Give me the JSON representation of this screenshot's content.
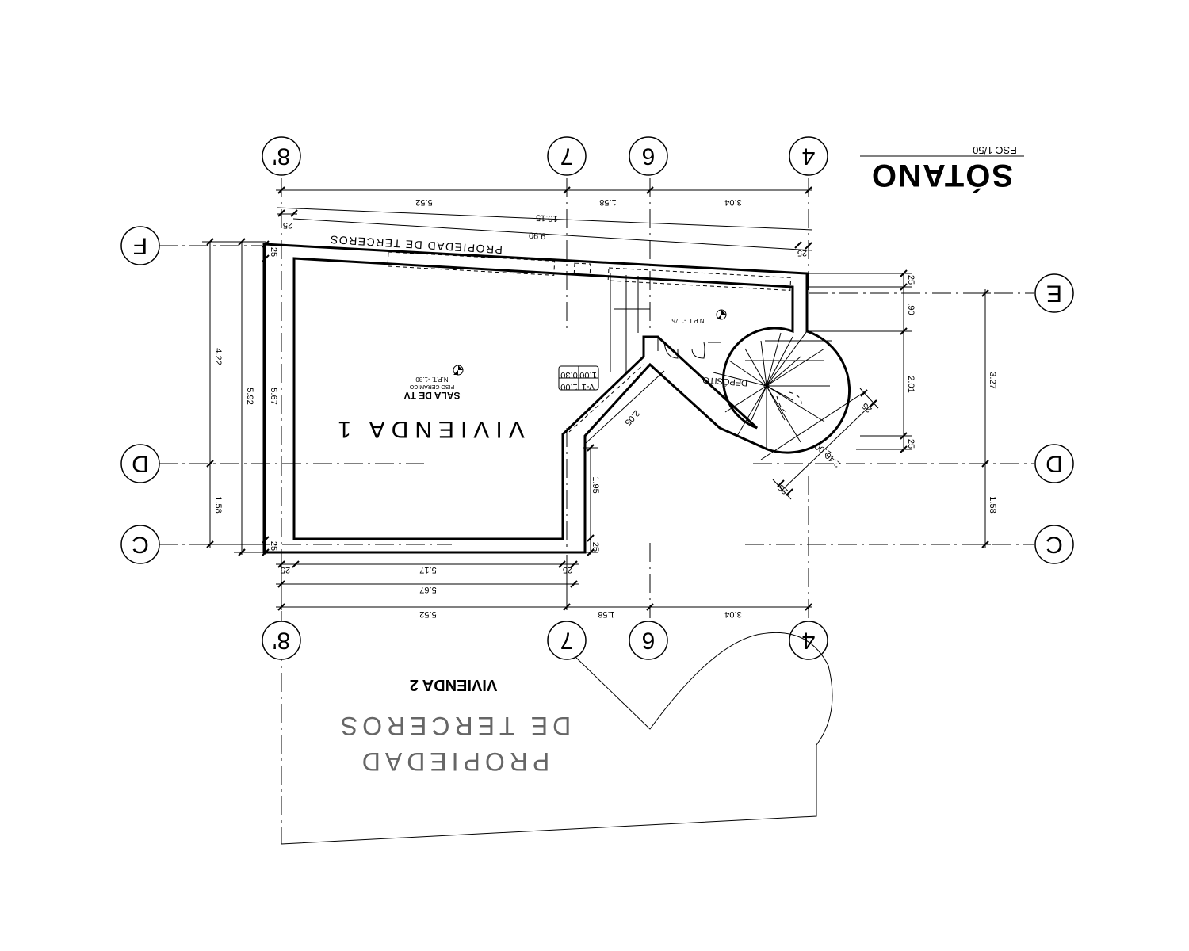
{
  "title": "SÓTANO",
  "scale": "ESC 1/50",
  "grid": {
    "top": [
      "8'",
      "7",
      "6",
      "4"
    ],
    "bottom": [
      "8'",
      "7",
      "6",
      "4"
    ],
    "left": [
      "F",
      "D",
      "C"
    ],
    "right": [
      "E",
      "D",
      "C"
    ]
  },
  "rooms": {
    "unit": "VIVIENDA 1",
    "room": "SALA DE TV",
    "floor": "PISO CERAMICO",
    "npt_main": "N.P.T. -1.80",
    "npt_deposit": "N.P.T. -1.75",
    "deposit": "DEPÓSITO",
    "neighbor_top": "PROPIEDAD DE TERCEROS",
    "neighbor_bottom": [
      "PROPIEDAD",
      "DE TERCEROS"
    ],
    "unit2": "VIVIENDA 2"
  },
  "window_tag": [
    "V-1",
    "1.00",
    "1.00",
    "0.30"
  ],
  "dims": {
    "top_5_52": "5.52",
    "top_1_58": "1.58",
    "top_3_04": "3.04",
    "top_10_15": "10.15",
    "top_9_90": "9.90",
    "top_25_l": "25",
    "top_25_r": "25",
    "left_4_22": "4.22",
    "left_1_58": "1.58",
    "left_5_92": "5.92",
    "left_5_67": "5.67",
    "left_25_t": "25",
    "left_25_b": "25",
    "bot_25_l": "25",
    "bot_5_17": "5.17",
    "bot_25_r": "25",
    "bot_5_67": "5.67",
    "bot_5_52": "5.52",
    "bot_1_58": "1.58",
    "bot_3_04": "3.04",
    "mid_1_95": "1.95",
    "mid_25": "25",
    "diag_2_05": "2.05",
    "stair_2_00": "2.00",
    "stair_2_46": "2.46",
    "stair_25_a": "25",
    "stair_25_b": "25",
    "right_25_t": "25",
    "right_90": ".90",
    "right_2_01": "2.01",
    "right_25_b": "25",
    "right_3_27": "3.27",
    "right_1_58": "1.58"
  }
}
